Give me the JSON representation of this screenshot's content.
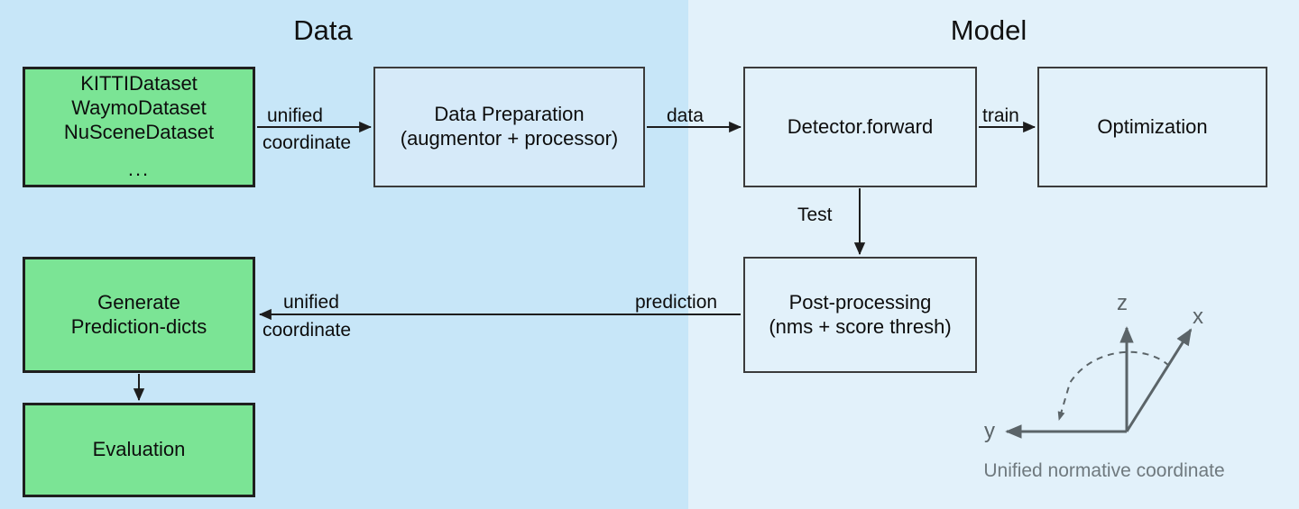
{
  "figure": {
    "background_left": "#c7e6f8",
    "background_right": "#e2f1fa",
    "node_green": "#7be495",
    "node_blue": "#d6eaf9",
    "stroke": "#333333",
    "axis_color": "#5b6468"
  },
  "sections": {
    "left_title": "Data",
    "right_title": "Model"
  },
  "nodes": {
    "datasets": {
      "line1": "KITTIDataset",
      "line2": "WaymoDataset",
      "line3": "NuSceneDataset",
      "line4": "..."
    },
    "data_preparation": {
      "line1": "Data Preparation",
      "line2": "(augmentor + processor)"
    },
    "detector_forward": {
      "line1": "Detector.forward"
    },
    "optimization": {
      "line1": "Optimization"
    },
    "post_processing": {
      "line1": "Post-processing",
      "line2": "(nms + score thresh)"
    },
    "generate_prediction_dicts": {
      "line1": "Generate",
      "line2": "Prediction-dicts"
    },
    "evaluation": {
      "line1": "Evaluation"
    }
  },
  "edges": {
    "datasets_to_prep_l1": "unified",
    "datasets_to_prep_l2": "coordinate",
    "prep_to_detector": "data",
    "detector_to_optimization": "train",
    "detector_to_post": "Test",
    "post_to_generate": "prediction",
    "post_to_generate_l1": "unified",
    "post_to_generate_l2": "coordinate"
  },
  "coordinate_frame": {
    "axis_z": "z",
    "axis_x": "x",
    "axis_y": "y",
    "caption": "Unified normative coordinate"
  }
}
